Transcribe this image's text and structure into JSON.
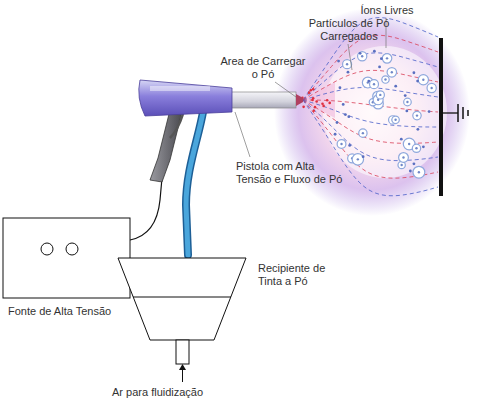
{
  "diagram": {
    "labels": [
      "Íons Livres",
      "Partículos de Pó Carregados",
      "Area de Carregar o Pó",
      "Pistola com Alta Tensão e Fluxo de Pó",
      "Recipiente de Tinta a Pó",
      "Fonte de Alta Tensão",
      "Ar para fluidização"
    ]
  }
}
